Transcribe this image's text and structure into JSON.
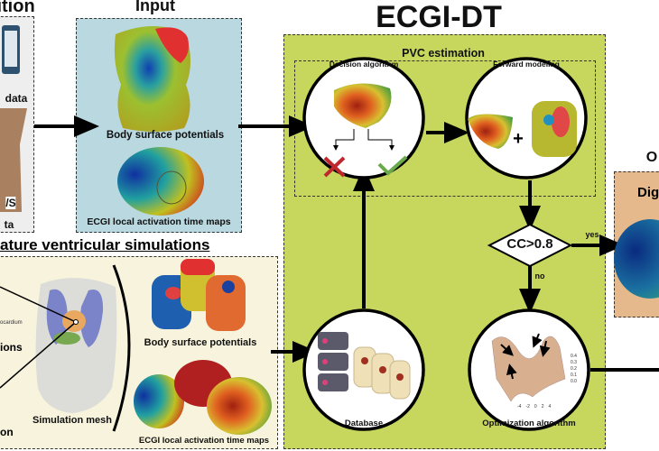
{
  "acquisition": {
    "title": "sition",
    "label_data_1": "data",
    "label_vs": "/S",
    "label_data_2": "ta"
  },
  "input": {
    "title": "Input",
    "bsp_label": "Body surface potentials",
    "lat_label": "ECGI local activation time maps"
  },
  "main": {
    "title": "ECGI-DT",
    "pvc_title": "PVC estimation",
    "decision_label": "Decision algorithm",
    "forward_label": "Forward modeling",
    "condition": "CC>0.8",
    "yes_label": "yes",
    "no_label": "no",
    "database_label": "Database",
    "optimization_label": "Optimization algorithm",
    "plot_z_ticks": [
      "0.4",
      "0.3",
      "0.2",
      "0.1",
      "0.0"
    ],
    "plot_x_ticks": [
      "-4",
      "-2",
      "0",
      "2",
      "4"
    ]
  },
  "output": {
    "title": "O",
    "subtitle": "Dig"
  },
  "simulations": {
    "title": "ature ventricular simulations",
    "mesh_label": "Simulation mesh",
    "endocardium_label": "ocardium",
    "left_fragment_1": "ions",
    "left_fragment_2": "on",
    "bsp_label": "Body surface potentials",
    "lat_label": "ECGI local activation time maps"
  },
  "colors": {
    "input_bg": "#b9d8e0",
    "main_bg": "#c7d65c",
    "output_bg": "#e6b98d",
    "sim_bg": "#f7f3dc",
    "acq_bg": "#eeeeee",
    "cross": "#c0282d",
    "check": "#6aaa4a"
  }
}
